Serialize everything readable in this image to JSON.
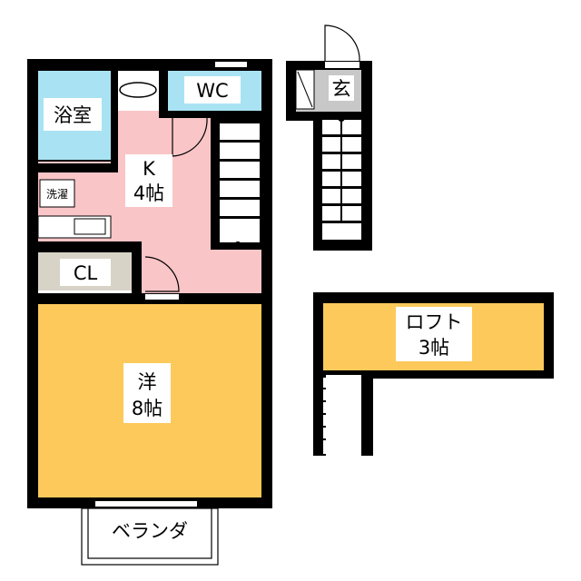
{
  "rooms": {
    "bath": "浴室",
    "wc": "WC",
    "kitchen": "K",
    "kitchen_size": "4帖",
    "laundry": "洗濯",
    "closet": "CL",
    "western": "洋",
    "western_size": "8帖",
    "balcony": "ベランダ",
    "entrance": "玄",
    "loft": "ロフト",
    "loft_size": "3帖"
  },
  "colors": {
    "bath": "#a9e3f3",
    "kitchen": "#f9c5c7",
    "western": "#fdc95b",
    "closet": "#d7d3c7",
    "entrance": "#c8c8c8",
    "wall": "#000000"
  }
}
